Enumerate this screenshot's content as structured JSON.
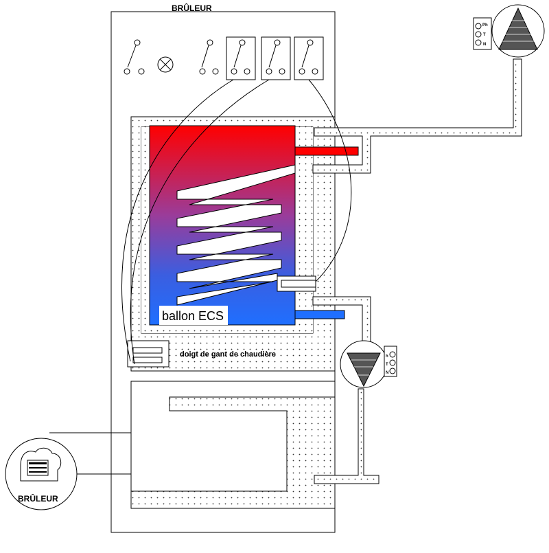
{
  "labels": {
    "top_title": "BRÛLEUR",
    "burner_label": "BRÛLEUR",
    "tank_label": "ballon ECS",
    "well_label": "doigt de gant de chaudière"
  },
  "pump_top": {
    "letters": [
      "Ph",
      "T",
      "N"
    ]
  },
  "pump_bottom": {
    "letters": [
      "h",
      "T",
      "N"
    ]
  },
  "colors": {
    "hot": "#ff0000",
    "cold": "#1f6fff",
    "line": "#000000",
    "dots": "#333333"
  }
}
